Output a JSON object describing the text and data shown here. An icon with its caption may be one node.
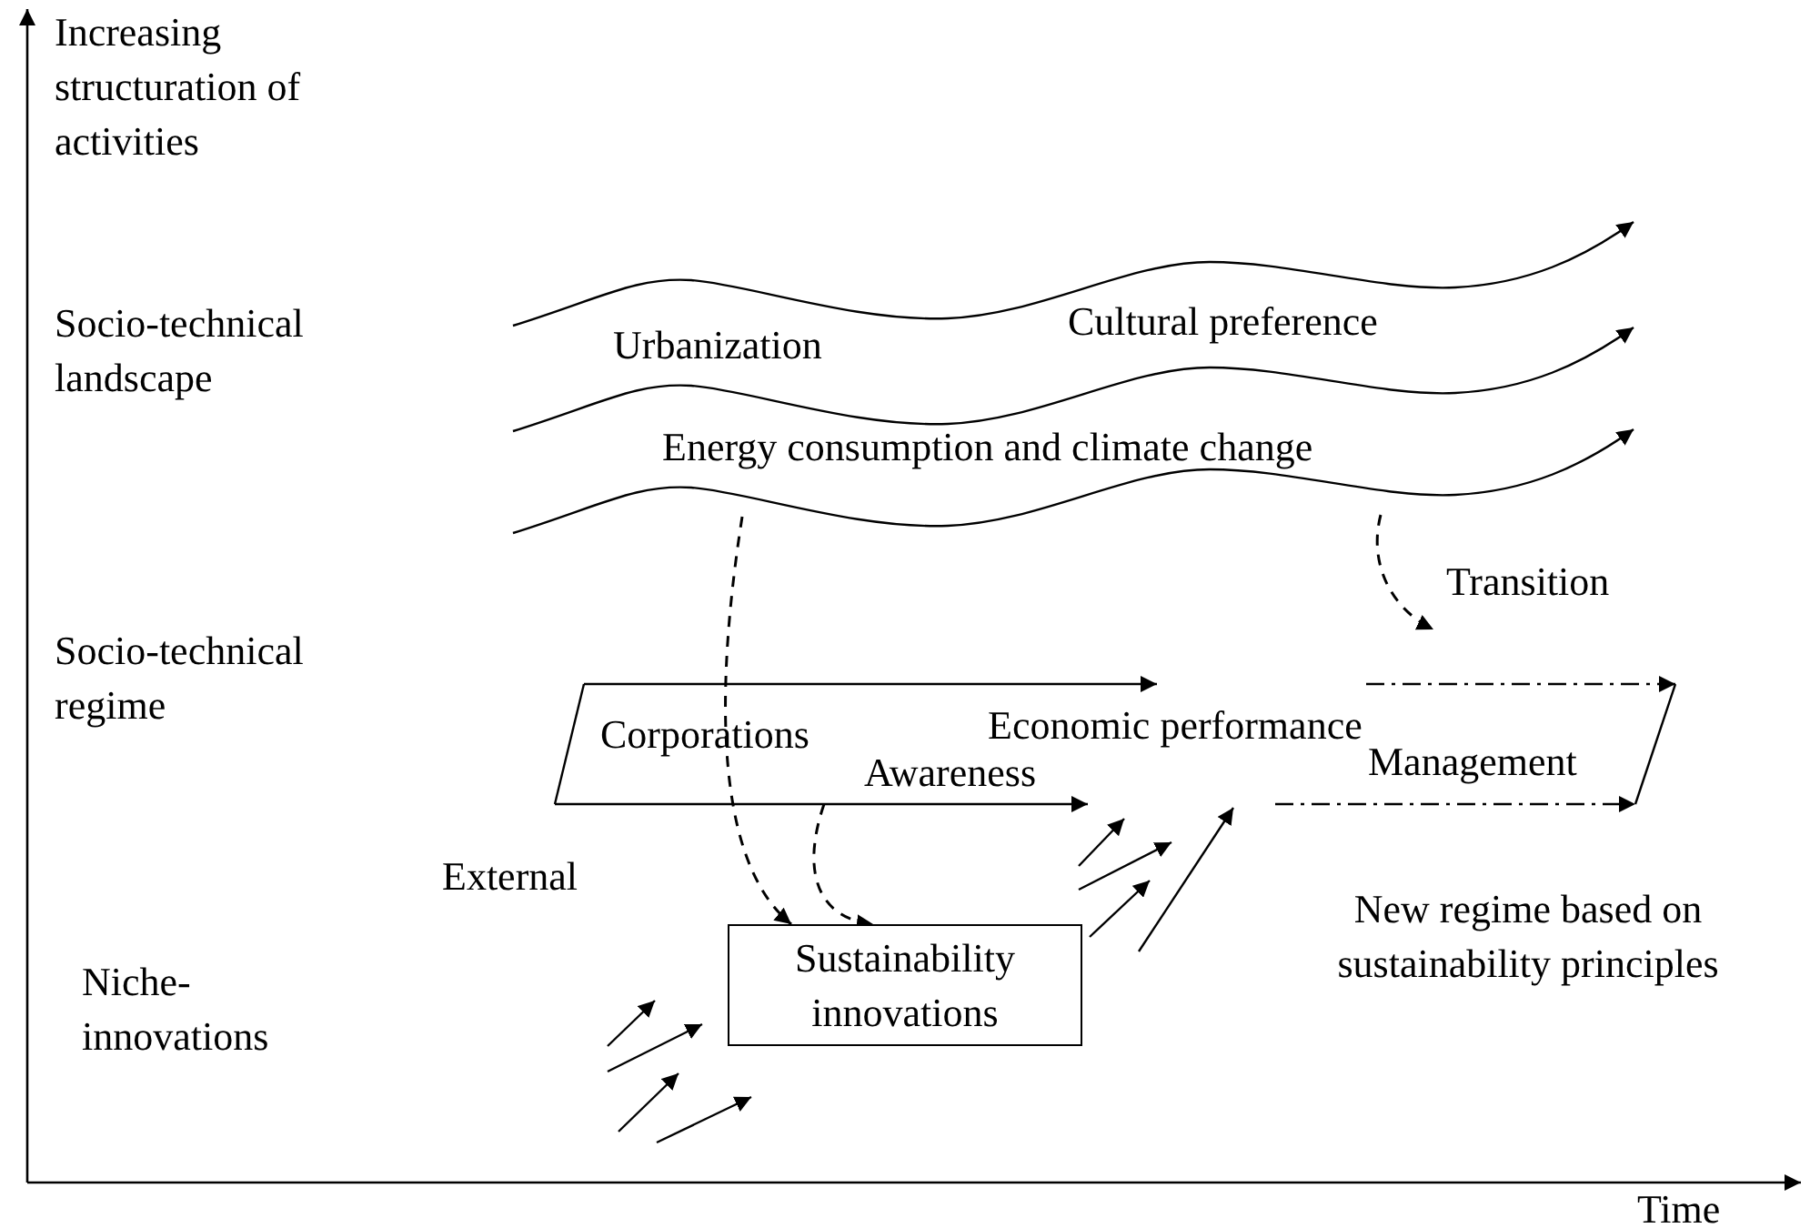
{
  "diagram": {
    "nodes": [
      {
        "text": [
          "Sustainability innovations"
        ]
      },
      {
        "text": [
          "Corporations",
          "Economic performance",
          "Awareness",
          "Management"
        ]
      }
    ],
    "edges": [
      {
        "from": null,
        "to": 0,
        "arrow": "to",
        "style": "dashed"
      },
      {
        "from": 1,
        "to": 0,
        "arrow": "to",
        "style": "dashed"
      }
    ],
    "labels": [
      "Increasing structuration of activities",
      "Socio-technical landscape",
      "Urbanization",
      "Cultural preference",
      "Energy consumption and climate change",
      "Transition",
      "Socio-technical regime",
      "External",
      "New regime based on sustainability principles",
      "Niche-innovations",
      "Time"
    ]
  }
}
